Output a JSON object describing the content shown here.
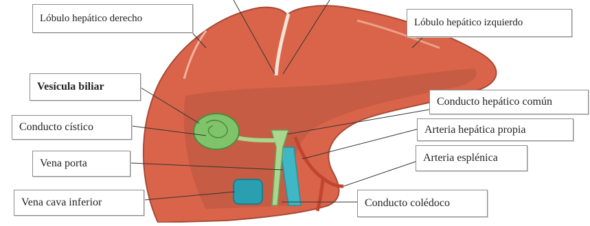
{
  "labels": {
    "right_lobe": "Lóbulo hepático derecho",
    "left_lobe": "Lóbulo hepático izquierdo",
    "gallbladder": "Vesícula biliar",
    "common_hepatic_duct": "Conducto hepático común",
    "cystic_duct": "Conducto cístico",
    "proper_hepatic_artery": "Arteria hepática propia",
    "portal_vein": "Vena porta",
    "splenic_artery": "Arteria esplénica",
    "inferior_vena_cava": "Vena cava inferior",
    "common_bile_duct": "Conducto colédoco"
  },
  "colors": {
    "liver": "#d9644a",
    "liver_dark": "#b8553f",
    "gallbladder": "#7fc46a",
    "duct": "#a8d88f",
    "portal_vein": "#3fb7c4",
    "vena_cava": "#2a9fb0",
    "artery": "#c2452f"
  }
}
